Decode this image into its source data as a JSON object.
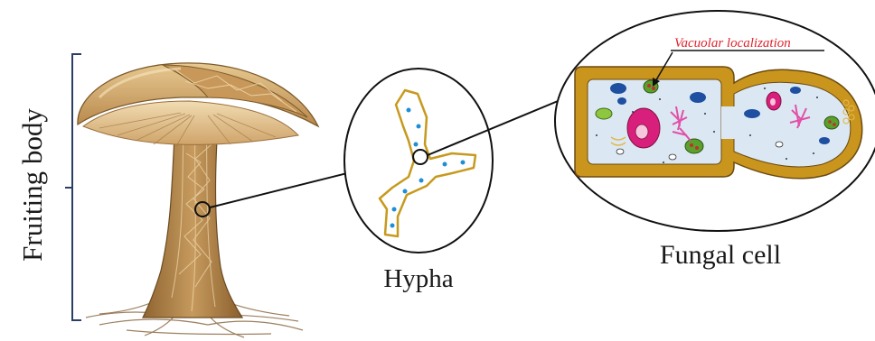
{
  "labels": {
    "fruiting_body": "Fruiting body",
    "hypha": "Hypha",
    "fungal_cell": "Fungal cell",
    "vacuolar_localization": "Vacuolar localization"
  },
  "colors": {
    "bracket": "#2b3f66",
    "annotation": "#e0232e",
    "cell_wall": "#c9951c",
    "cytoplasm": "#dbe8f4",
    "hypha_outline": "#c79a1e",
    "hypha_dot": "#1e8fd6",
    "mushroom_cap": "#d6b37c",
    "mushroom_stem": "#a77b43"
  }
}
